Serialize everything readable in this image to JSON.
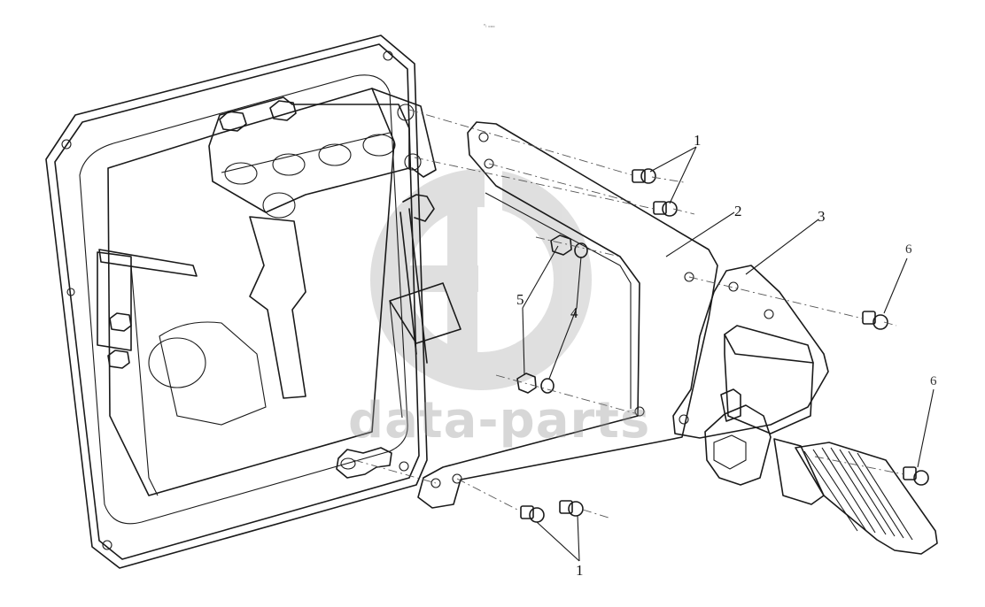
{
  "watermark": {
    "text": "data-parts",
    "logo_color": "#b4b4b4"
  },
  "top_mark": "ⁿₗ ₒₒₒ",
  "callouts": [
    {
      "id": "1",
      "label": "1"
    },
    {
      "id": "2",
      "label": "2"
    },
    {
      "id": "3",
      "label": "3"
    },
    {
      "id": "4",
      "label": "4"
    },
    {
      "id": "5",
      "label": "5"
    },
    {
      "id": "6",
      "label": "6"
    },
    {
      "id": "6b",
      "label": "6"
    },
    {
      "id": "1b",
      "label": "1"
    }
  ],
  "colors": {
    "line": "#1a1a1a",
    "background": "#ffffff"
  }
}
